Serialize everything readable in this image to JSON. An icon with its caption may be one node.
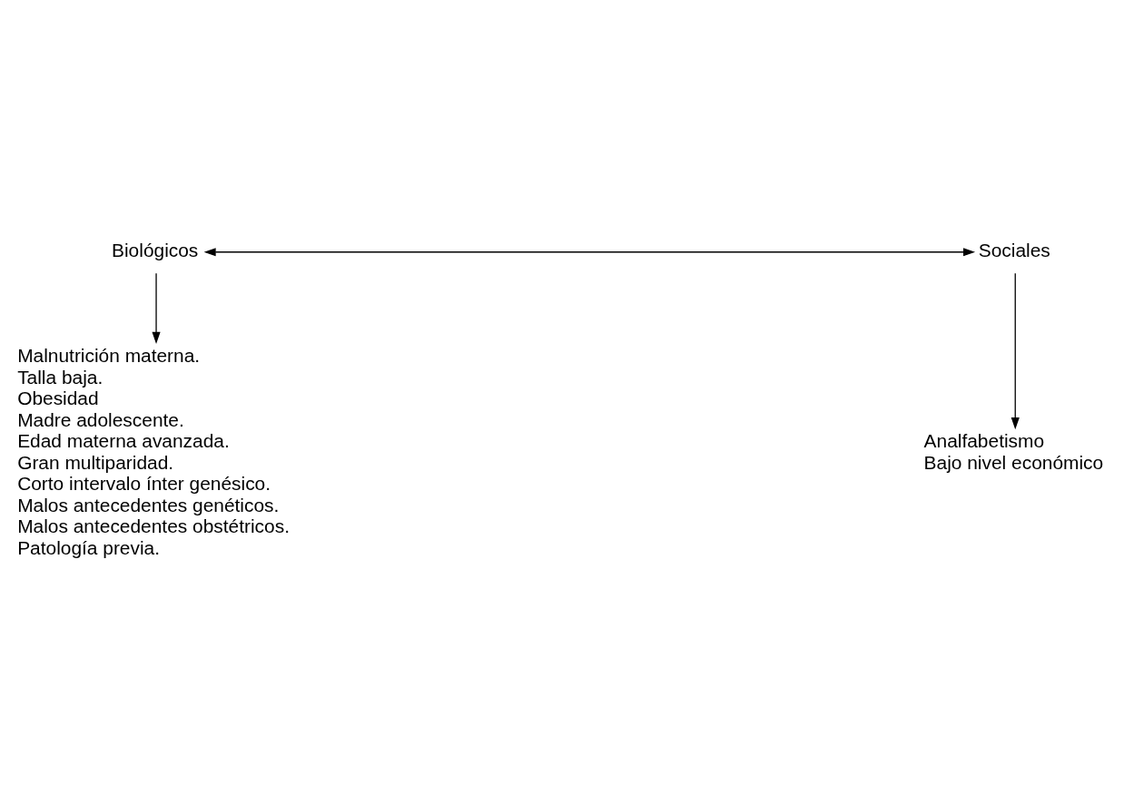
{
  "diagram": {
    "nodes": [
      {
        "text": [
          "Biológicos"
        ]
      },
      {
        "text": [
          "Sociales"
        ]
      },
      {
        "text": [
          "Malnutrición materna.",
          "Talla baja.",
          "Obesidad",
          "Madre adolescente.",
          "Edad materna avanzada.",
          "Gran multiparidad.",
          "Corto intervalo ínter genésico.",
          "Malos antecedentes genéticos.",
          "Malos antecedentes obstétricos.",
          "Patología previa."
        ]
      },
      {
        "text": [
          "Analfabetismo",
          "Bajo nivel económico"
        ]
      }
    ],
    "edges": [
      {
        "from": 0,
        "to": 1,
        "arrow": "both"
      },
      {
        "from": 0,
        "to": 2,
        "arrow": "to"
      },
      {
        "from": 1,
        "to": 3,
        "arrow": "to"
      }
    ]
  }
}
